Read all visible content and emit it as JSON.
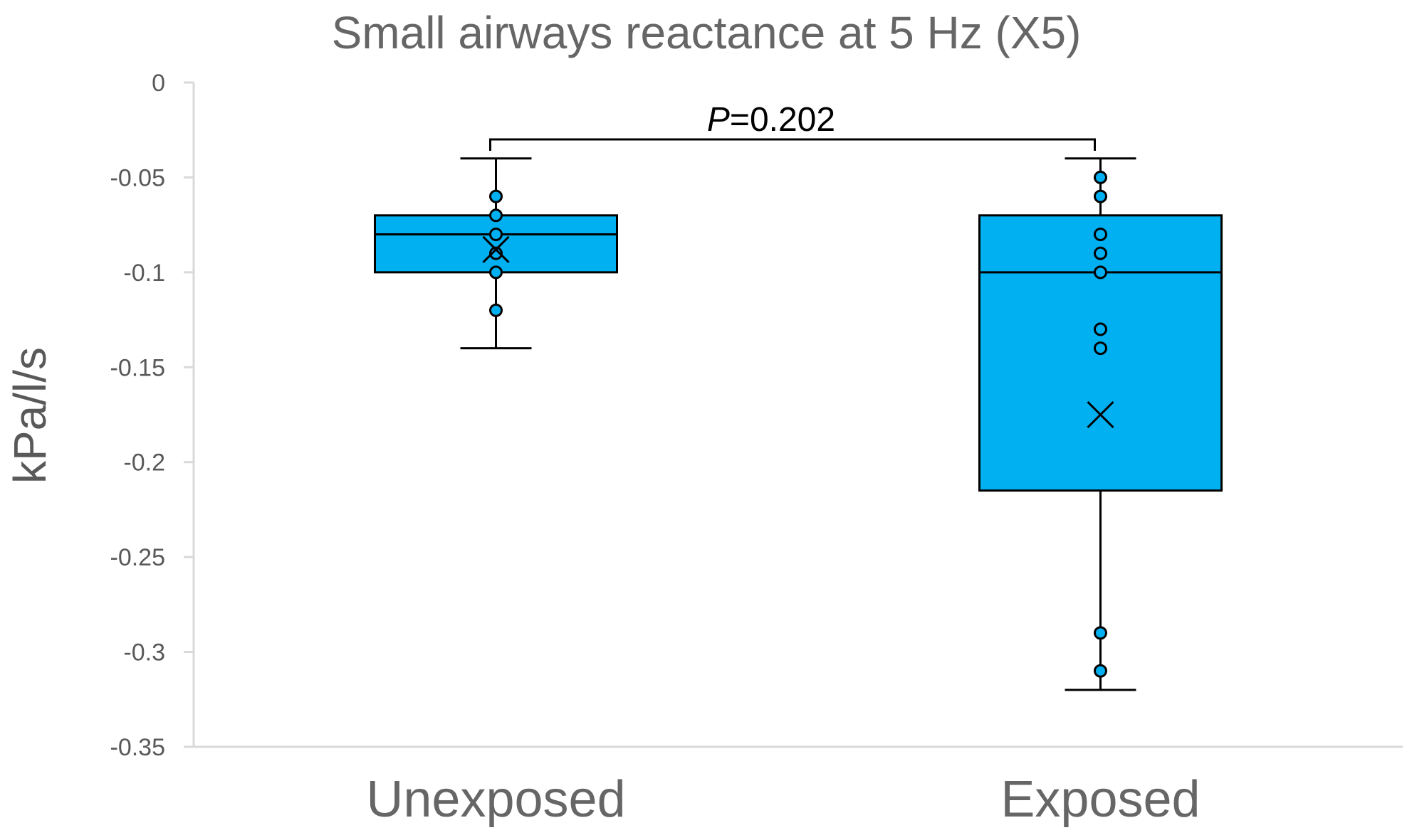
{
  "chart_data": {
    "type": "box",
    "title": "Small airways reactance at 5 Hz (X5)",
    "xlabel": "",
    "ylabel": "kPa/l/s",
    "ylim": [
      -0.35,
      0
    ],
    "yticks": [
      0,
      -0.05,
      -0.1,
      -0.15,
      -0.2,
      -0.25,
      -0.3,
      -0.35
    ],
    "ytick_labels": [
      "0",
      "-0.05",
      "-0.1",
      "-0.15",
      "-0.2",
      "-0.25",
      "-0.3",
      "-0.35"
    ],
    "categories": [
      "Unexposed",
      "Exposed"
    ],
    "box_color": "#00B0F0",
    "grid": false,
    "boxes": [
      {
        "category": "Unexposed",
        "whisker_high": -0.04,
        "q3": -0.07,
        "median": -0.08,
        "q1": -0.1,
        "whisker_low": -0.14,
        "mean": -0.088,
        "points": [
          -0.06,
          -0.07,
          -0.08,
          -0.09,
          -0.1,
          -0.12
        ]
      },
      {
        "category": "Exposed",
        "whisker_high": -0.04,
        "q3": -0.07,
        "median": -0.1,
        "q1": -0.215,
        "whisker_low": -0.32,
        "mean": -0.175,
        "points": [
          -0.05,
          -0.06,
          -0.08,
          -0.09,
          -0.1,
          -0.13,
          -0.14,
          -0.29,
          -0.31
        ]
      }
    ],
    "annotation": {
      "p_label": "P",
      "p_value": "=0.202",
      "between": [
        "Unexposed",
        "Exposed"
      ],
      "y": -0.03
    }
  }
}
